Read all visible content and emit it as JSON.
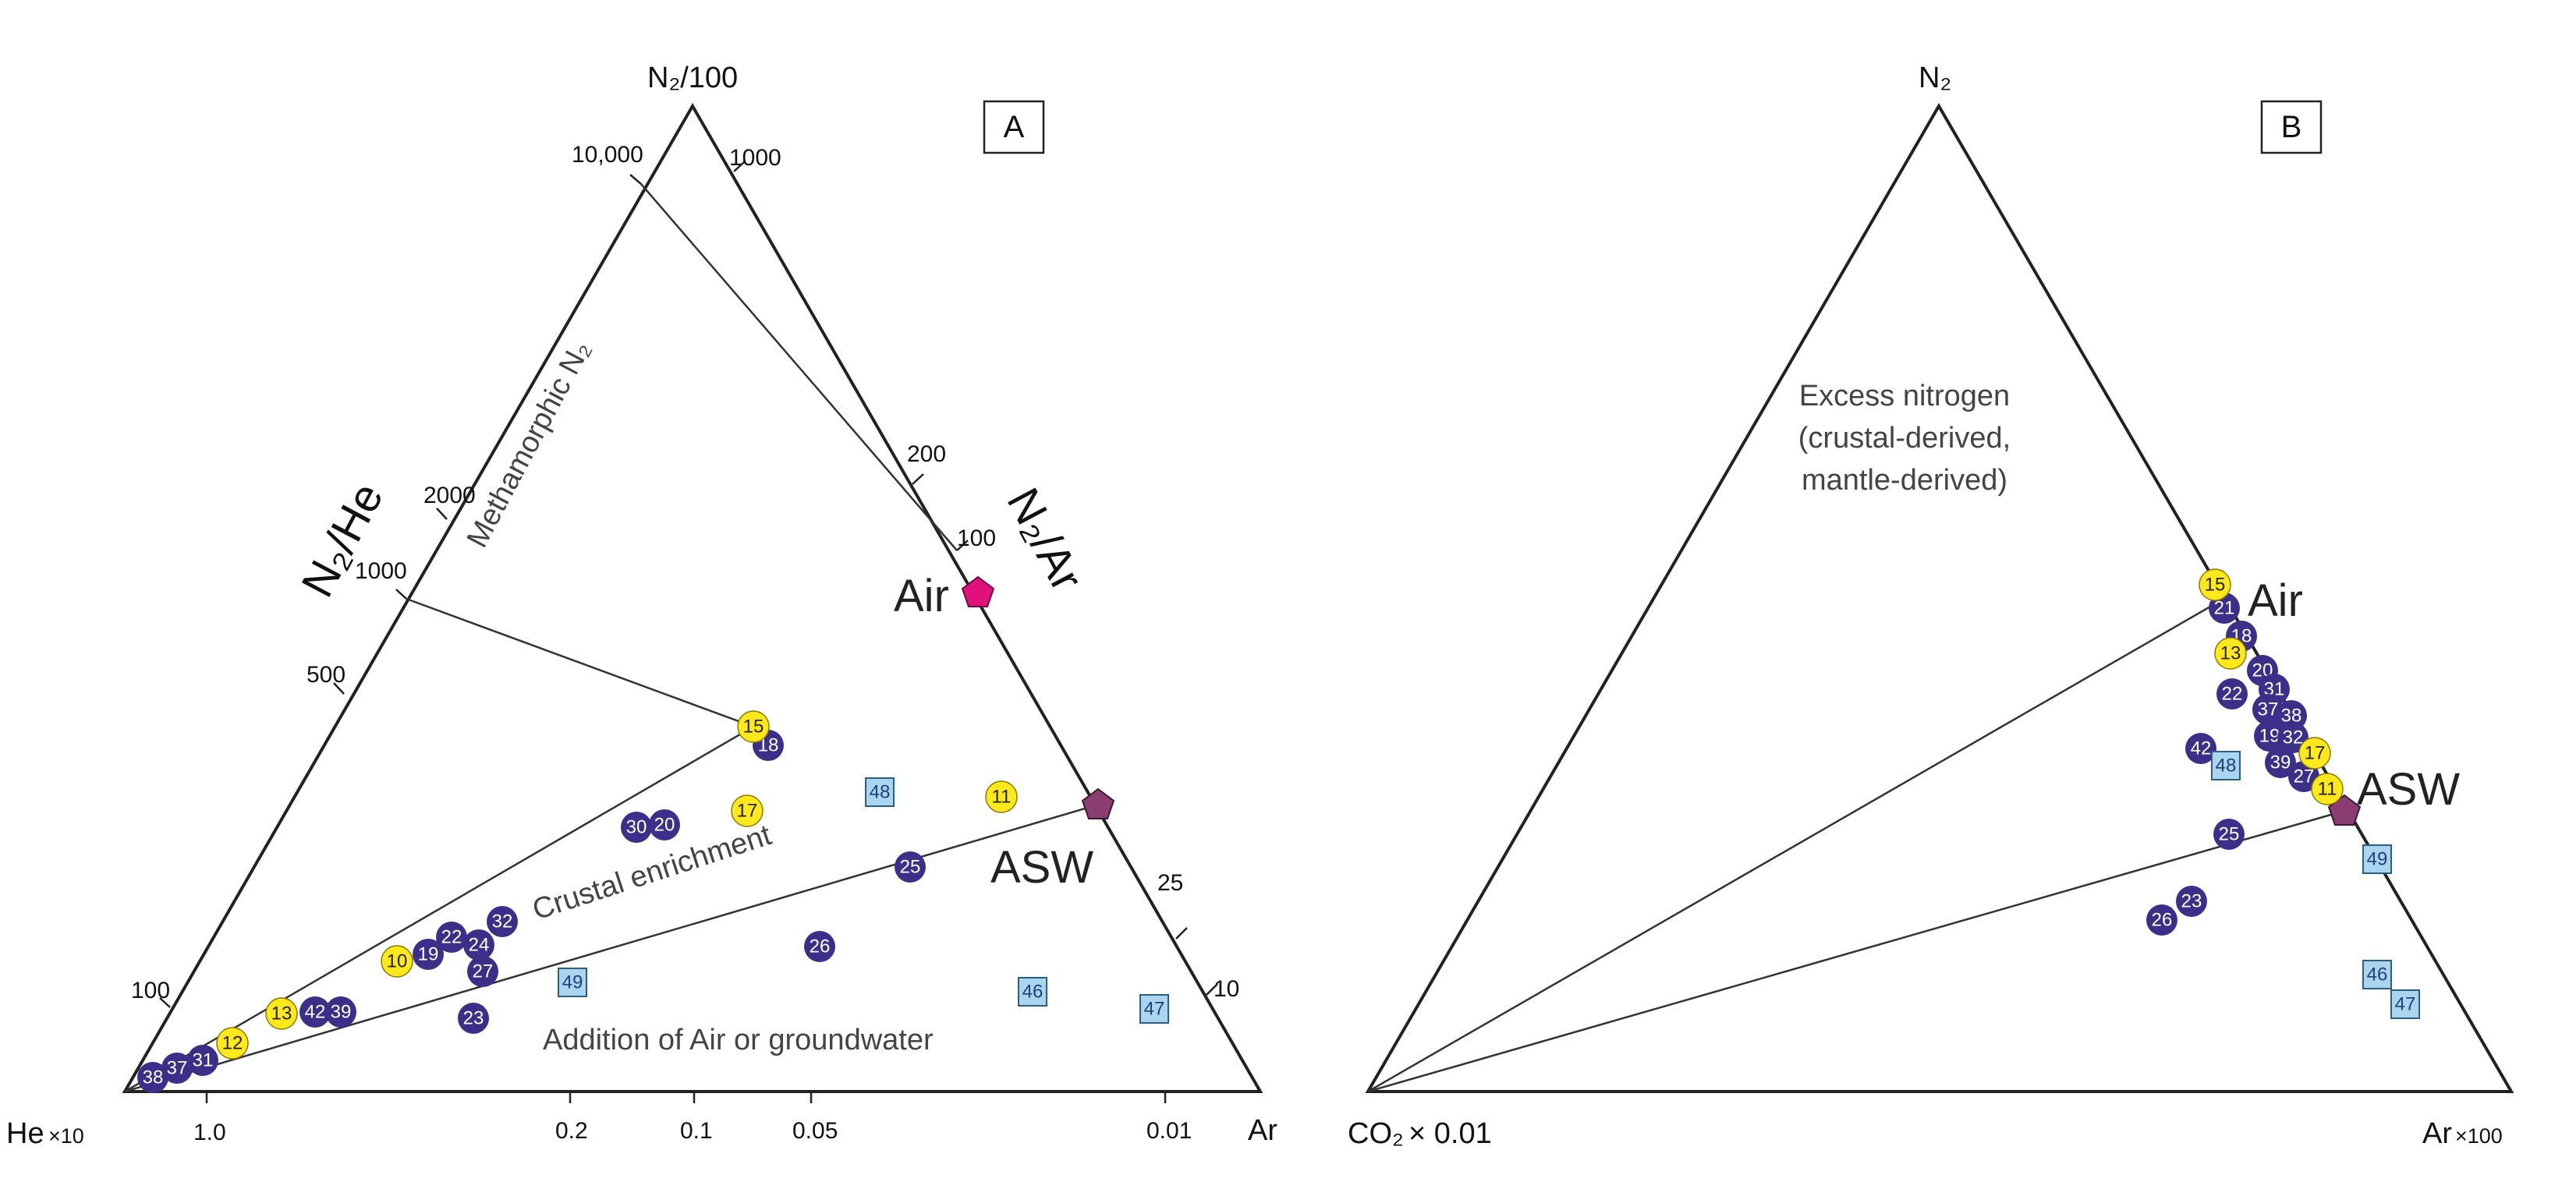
{
  "colors": {
    "blue_point": "#3b2f8a",
    "yellow_point": "#ffe81c",
    "square_point": "#a9d6ee",
    "air_marker": "#e0117a",
    "asw_marker": "#8b3d72",
    "line": "#222222"
  },
  "panel_a": {
    "label": "A",
    "apex_label": "N₂/100",
    "left_corner_label": "He",
    "left_corner_mult": "×10",
    "right_corner_label": "Ar",
    "left_axis_title": "N₂/He",
    "right_axis_title": "N₂/Ar",
    "left_ticks": [
      "10,000",
      "2000",
      "1000",
      "500",
      "100"
    ],
    "right_ticks": [
      "1000",
      "200",
      "100",
      "25",
      "10"
    ],
    "bottom_ticks": [
      "1.0",
      "0.2",
      "0.1",
      "0.05",
      "0.01"
    ],
    "region_metamorphic": "Methamorphic N₂",
    "region_crustal": "Crustal enrichment",
    "region_air": "Addition of Air or groundwater",
    "air_label": "Air",
    "asw_label": "ASW",
    "points_blue": [
      "18",
      "30",
      "20",
      "25",
      "26",
      "22",
      "19",
      "24",
      "27",
      "32",
      "23",
      "42",
      "39",
      "38",
      "37",
      "31"
    ],
    "points_yellow": [
      "15",
      "17",
      "11",
      "10",
      "13",
      "12"
    ],
    "points_square": [
      "48",
      "49",
      "46",
      "47"
    ]
  },
  "panel_b": {
    "label": "B",
    "apex_label": "N₂",
    "left_corner_label": "CO₂",
    "left_corner_mult": "× 0.01",
    "right_corner_label": "Ar",
    "right_corner_mult": "×100",
    "region_excess_line1": "Excess nitrogen",
    "region_excess_line2": "(crustal-derived,",
    "region_excess_line3": "mantle-derived)",
    "air_label": "Air",
    "asw_label": "ASW",
    "points_blue": [
      "21",
      "18",
      "20",
      "31",
      "22",
      "37",
      "38",
      "19",
      "32",
      "39",
      "27",
      "42",
      "25",
      "23",
      "26"
    ],
    "points_yellow": [
      "15",
      "13",
      "17",
      "11"
    ],
    "points_square": [
      "48",
      "49",
      "46",
      "47"
    ]
  }
}
